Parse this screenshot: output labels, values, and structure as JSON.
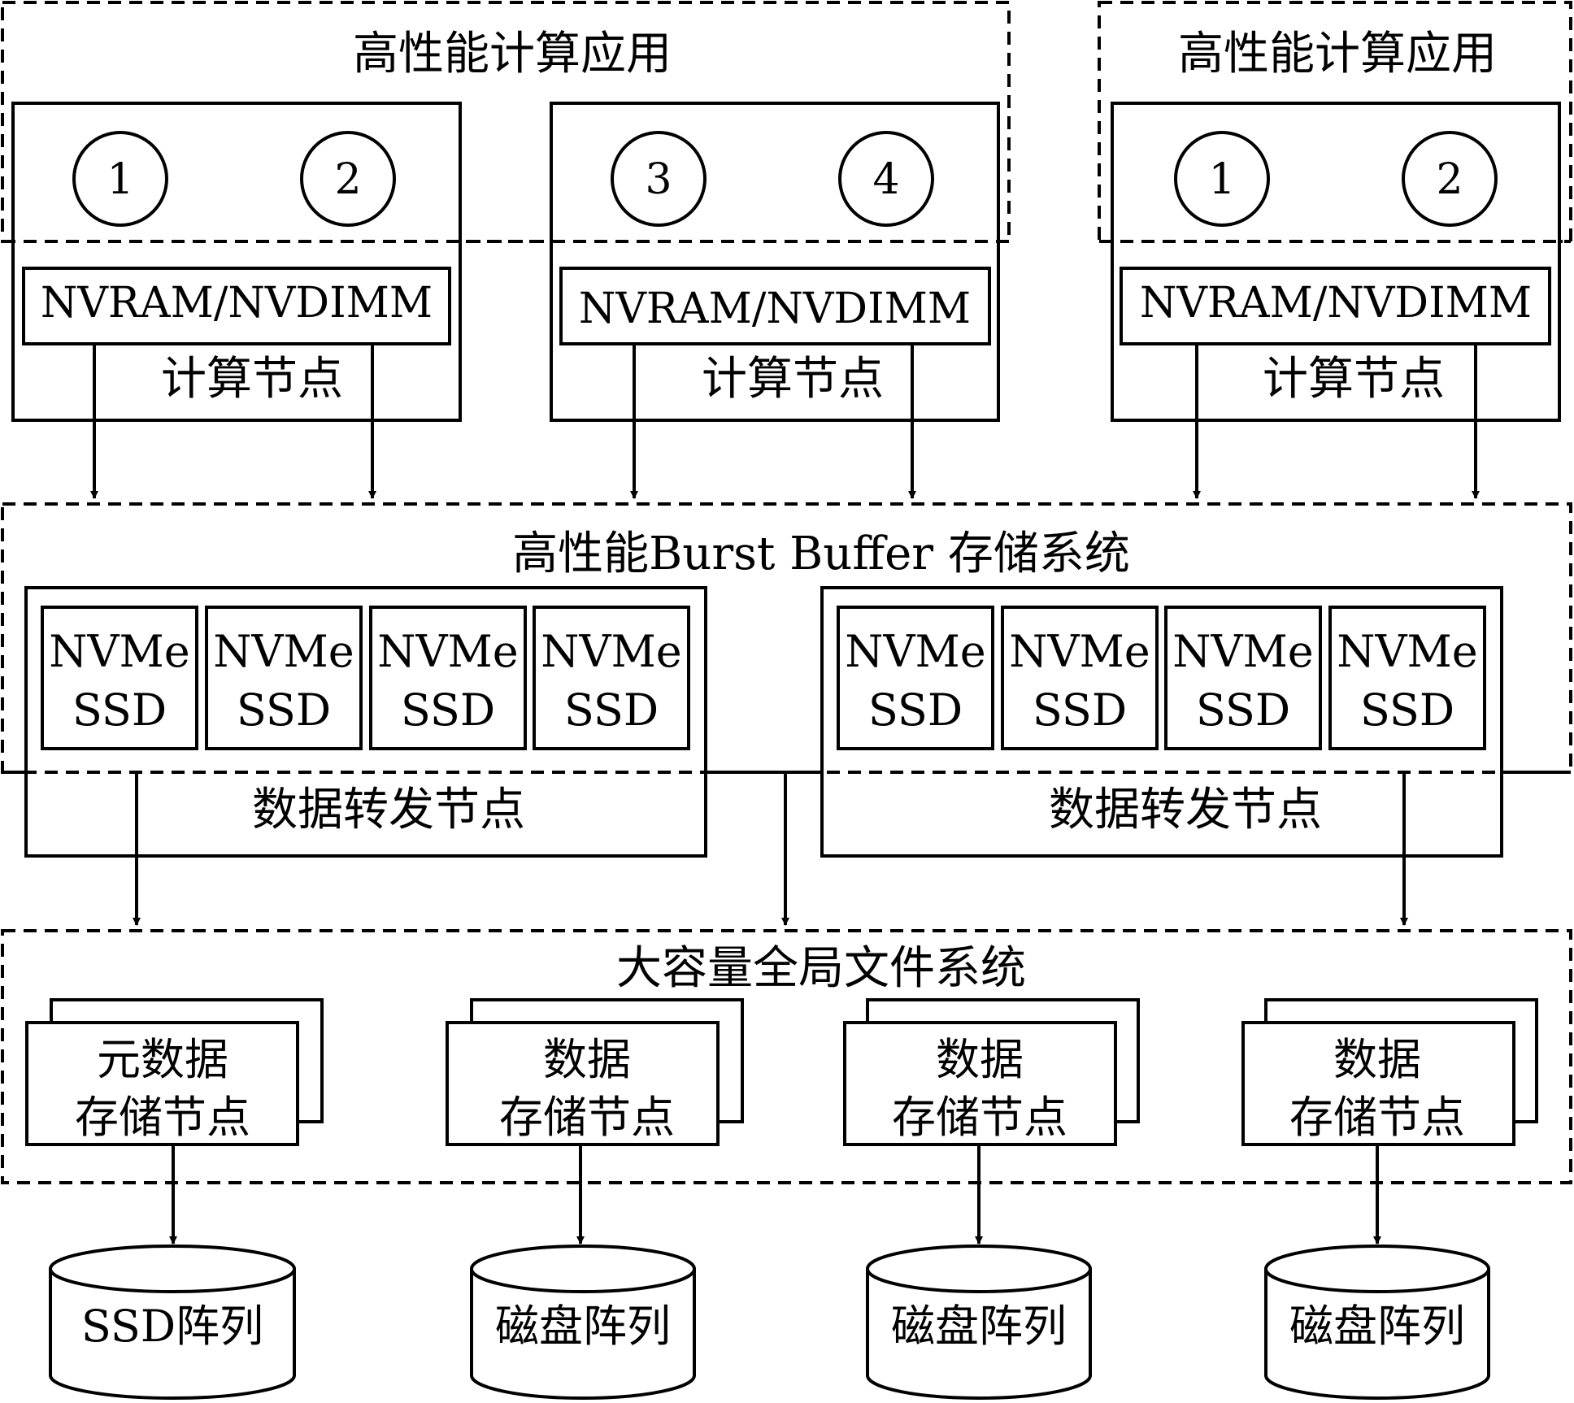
{
  "hpc_app_title_left": "高性能计算应用",
  "hpc_app_title_right": "高性能计算应用",
  "compute_nodes": [
    {
      "processes": [
        "1",
        "2"
      ],
      "memory_label": "NVRAM/NVDIMM",
      "label": "计算节点"
    },
    {
      "processes": [
        "3",
        "4"
      ],
      "memory_label": "NVRAM/NVDIMM",
      "label": "计算节点"
    },
    {
      "processes": [
        "1",
        "2"
      ],
      "memory_label": "NVRAM/NVDIMM",
      "label": "计算节点"
    }
  ],
  "burst_buffer": {
    "title": "高性能Burst Buffer 存储系统",
    "forwarding_nodes": [
      {
        "label": "数据转发节点",
        "ssds": [
          {
            "line1": "NVMe",
            "line2": "SSD"
          },
          {
            "line1": "NVMe",
            "line2": "SSD"
          },
          {
            "line1": "NVMe",
            "line2": "SSD"
          },
          {
            "line1": "NVMe",
            "line2": "SSD"
          }
        ]
      },
      {
        "label": "数据转发节点",
        "ssds": [
          {
            "line1": "NVMe",
            "line2": "SSD"
          },
          {
            "line1": "NVMe",
            "line2": "SSD"
          },
          {
            "line1": "NVMe",
            "line2": "SSD"
          },
          {
            "line1": "NVMe",
            "line2": "SSD"
          }
        ]
      }
    ]
  },
  "global_fs": {
    "title": "大容量全局文件系统",
    "storage_nodes": [
      {
        "line1": "元数据",
        "line2": "存储节点"
      },
      {
        "line1": "数据",
        "line2": "存储节点"
      },
      {
        "line1": "数据",
        "line2": "存储节点"
      },
      {
        "line1": "数据",
        "line2": "存储节点"
      }
    ]
  },
  "arrays": [
    "SSD阵列",
    "磁盘阵列",
    "磁盘阵列",
    "磁盘阵列"
  ]
}
